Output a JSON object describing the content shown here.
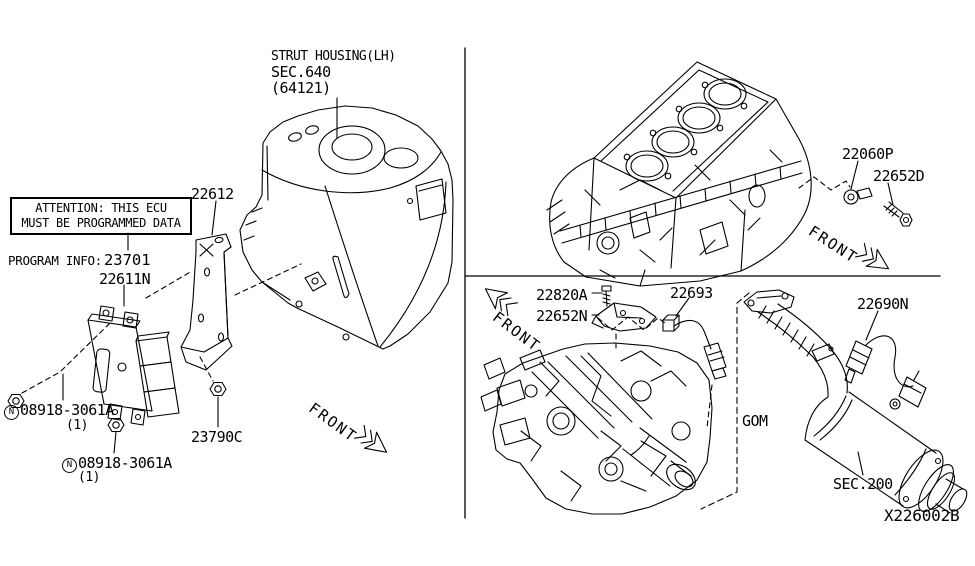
{
  "diagram": {
    "code": "X226002B",
    "front_label": "FRONT",
    "zone_label": "GOM",
    "section_ref": "SEC.200",
    "attention_note": {
      "line1": "ATTENTION: THIS ECU",
      "line2": "MUST BE PROGRAMMED DATA"
    },
    "program_info": {
      "label": "PROGRAM INFO:",
      "part_number": "23701"
    },
    "strut_housing_ref": {
      "line1": "STRUT HOUSING(LH)",
      "line2": "SEC.640",
      "line3": "(64121)"
    },
    "parts": {
      "bracket": "22612",
      "ecu": "22611N",
      "nut_front": {
        "prefix": "N",
        "number": "08918-3061A",
        "qty": "(1)"
      },
      "nut_lower": {
        "prefix": "N",
        "number": "08918-3061A",
        "qty": "(1)"
      },
      "stud_nut": "23790C",
      "knock_sensor": "22060P",
      "knock_sensor_bolt": "22652D",
      "sensor_bolt": "22820A",
      "sensor_bracket": "22652N",
      "af_sensor": "22693",
      "o2_sensor": "22690N"
    },
    "colors": {
      "ink": "#000000",
      "paper": "#ffffff"
    }
  }
}
